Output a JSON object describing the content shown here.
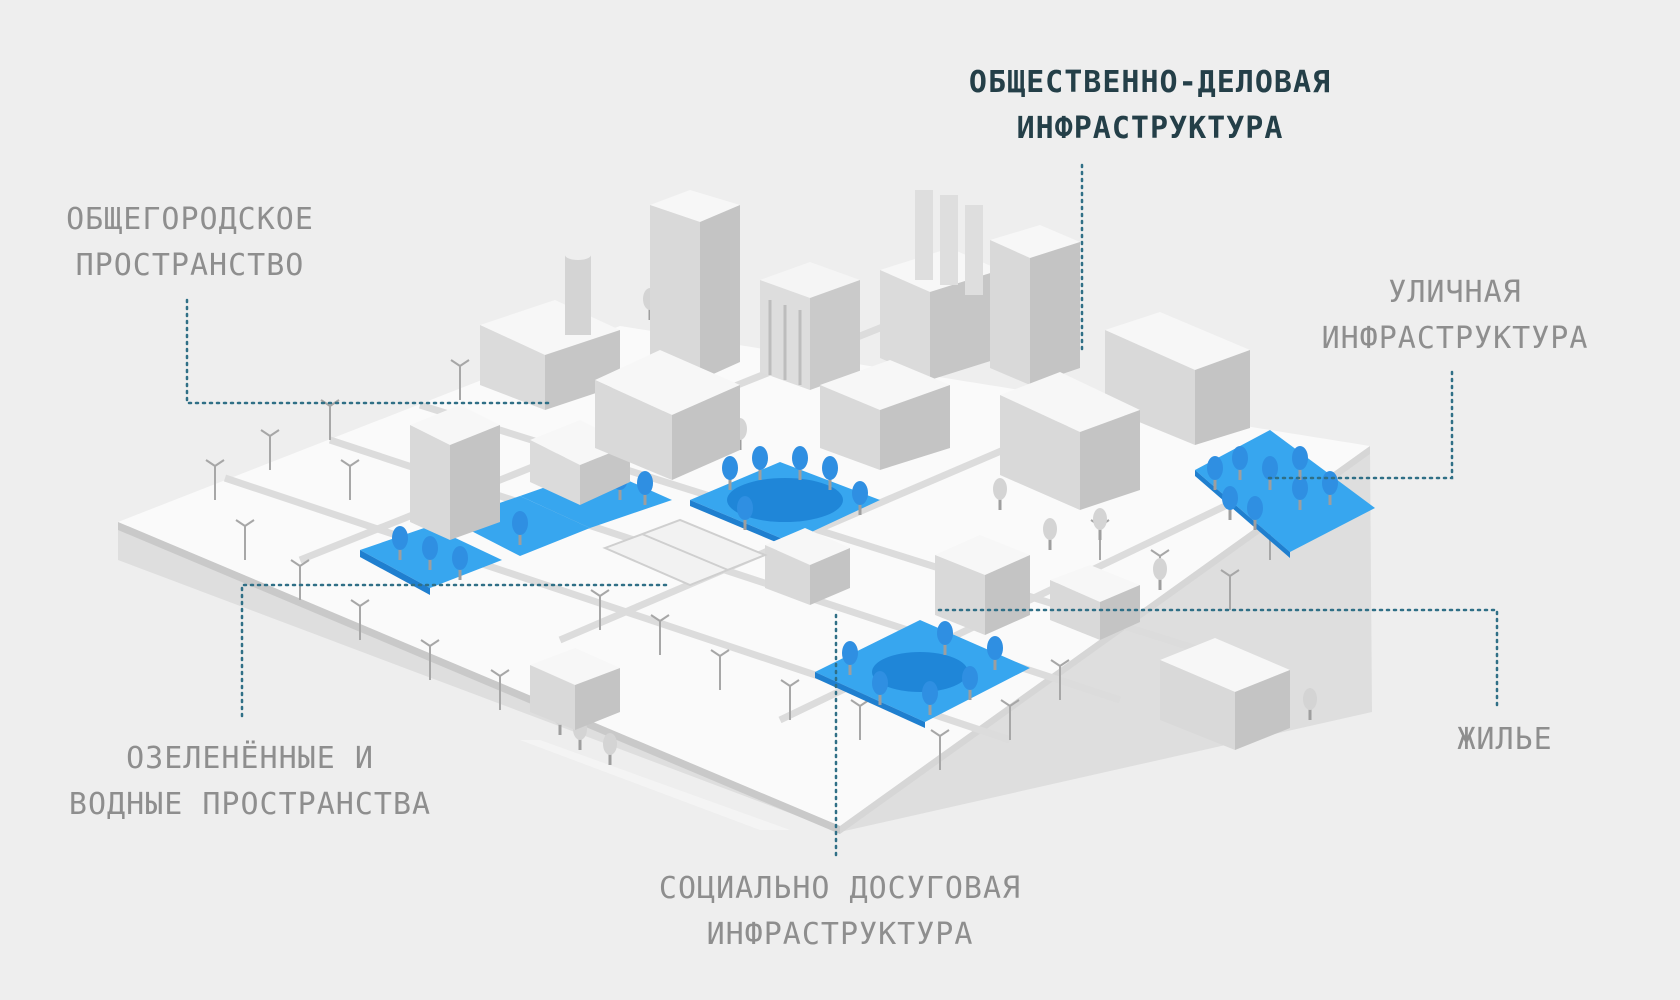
{
  "labels": {
    "business": {
      "line1": "ОБЩЕСТВЕННО-ДЕЛОВАЯ",
      "line2": "ИНФРАСТРУКТУРА"
    },
    "citywide": {
      "line1": "ОБЩЕГОРОДСКОЕ",
      "line2": "ПРОСТРАНСТВО"
    },
    "street": {
      "line1": "УЛИЧНАЯ",
      "line2": "ИНФРАСТРУКТУРА"
    },
    "green": {
      "line1": "ОЗЕЛЕНЁННЫЕ И",
      "line2": "ВОДНЫЕ ПРОСТРАНСТВА"
    },
    "housing": {
      "line1": "ЖИЛЬЕ"
    },
    "social": {
      "line1": "СОЦИАЛЬНО ДОСУГОВАЯ",
      "line2": "ИНФРАСТРУКТУРА"
    }
  },
  "colors": {
    "background": "#eeeeee",
    "accent_blue": "#2e96e6",
    "leader_line": "#2f6f86",
    "label_gray": "#8e8e8e",
    "label_dark": "#243f48"
  }
}
